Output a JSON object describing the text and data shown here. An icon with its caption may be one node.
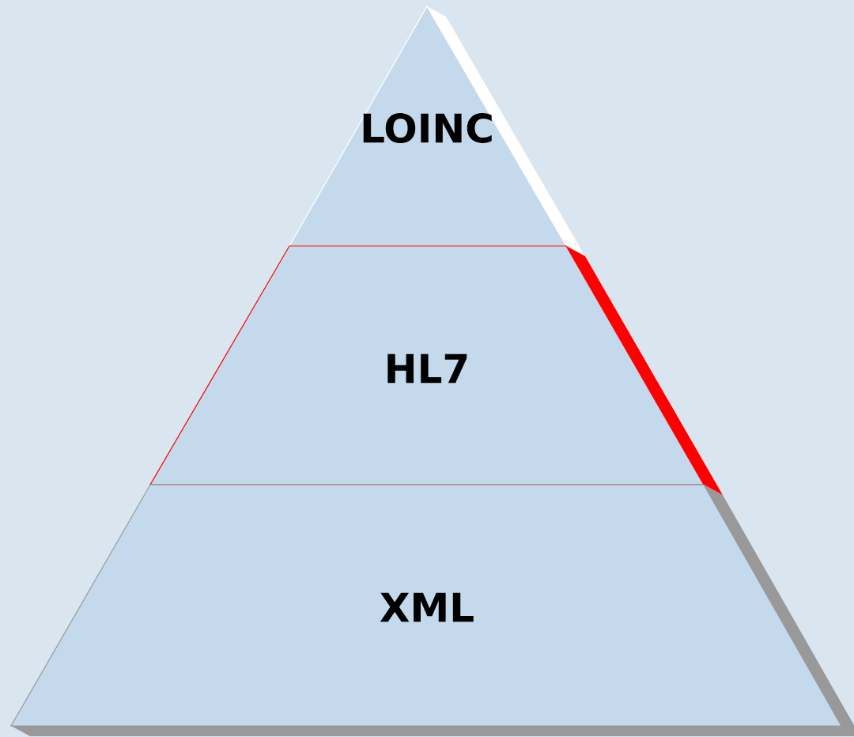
{
  "diagram": {
    "nodes": [
      {
        "text": [
          "LOINC"
        ]
      },
      {
        "text": [
          "HL7"
        ]
      },
      {
        "text": [
          "XML"
        ]
      }
    ]
  }
}
